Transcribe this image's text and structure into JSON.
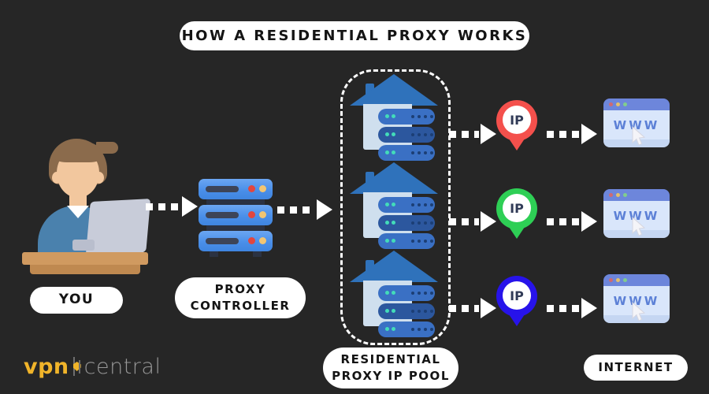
{
  "title": "HOW A RESIDENTIAL PROXY WORKS",
  "diagram": {
    "you": {
      "label": "YOU"
    },
    "proxy_controller": {
      "label": "PROXY CONTROLLER"
    },
    "pool": {
      "label": "RESIDENTIAL PROXY IP POOL",
      "house_count": 3
    },
    "internet": {
      "label": "INTERNET"
    },
    "pins": [
      {
        "label": "IP",
        "color": "#f4504c",
        "name": "red"
      },
      {
        "label": "IP",
        "color": "#2ecf55",
        "name": "green"
      },
      {
        "label": "IP",
        "color": "#2713ea",
        "name": "blue"
      }
    ],
    "browsers": [
      {
        "label": "WWW"
      },
      {
        "label": "WWW"
      },
      {
        "label": "WWW"
      }
    ]
  },
  "logo": {
    "part1": "vpn",
    "part2": "central"
  },
  "icons": {
    "person-at-laptop-icon": "css-shapes",
    "server-stack-icon": "css-shapes",
    "house-server-icon": "css-shapes",
    "ip-pin-icon": "css-teardrop",
    "browser-window-icon": "css-shapes",
    "cursor-icon": "svg-pointer-arrow",
    "dotted-arrow-icon": "css-dashes-plus-triangle",
    "logo-shield-icon": "css-polygon"
  },
  "colors": {
    "background": "#262626",
    "label_bg": "#ffffff",
    "label_text": "#141414",
    "controller_server": "#4a8fe9",
    "house_body": "#cfdfee",
    "house_roof": "#2f72bb",
    "pool_server_light": "#3a70c4",
    "pool_server_dark": "#2c579e",
    "pool_server_led": "#43dcb9",
    "pin_text": "#313b57",
    "browser_header": "#6d86db",
    "browser_body": "#d9e6fb",
    "browser_text": "#5c80d6",
    "arrow": "#ffffff",
    "logo_gold": "#f0b42a",
    "logo_gray": "#979797"
  }
}
